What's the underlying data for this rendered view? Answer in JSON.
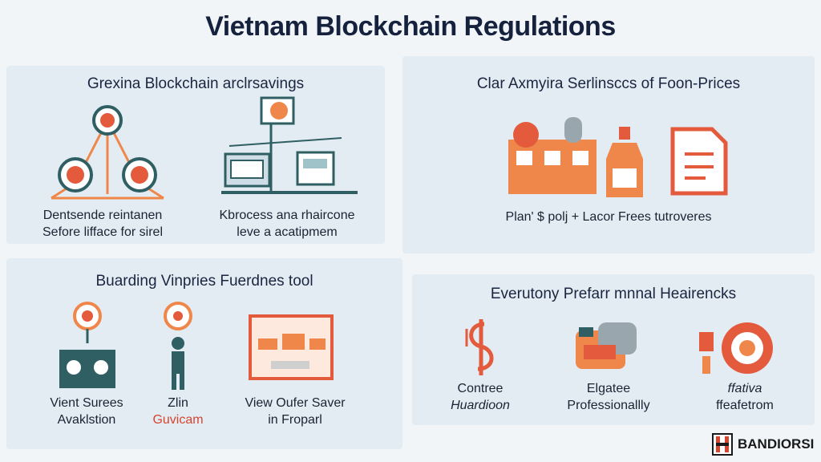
{
  "title": "Vietnam Blockchain  Regulations",
  "panels": {
    "top_left": {
      "title": "Grexina Blockchain arclrsavings",
      "captions": [
        {
          "line1": "Dentsende reintanen",
          "line2": "Sefore liffacе for sirel"
        },
        {
          "line1": "Kbrocess ana rhaircone",
          "line2": "leve a acatipmem"
        }
      ]
    },
    "top_right": {
      "title": "Clar Axmyira Serlinsccs of Foon-Prices",
      "caption": "Plan' $ polj + Lacor Frees tutroveres"
    },
    "bottom_left": {
      "title": "Buarding Vinpries Fuerdnes tool",
      "captions": [
        {
          "line1": "Vient Surees",
          "line2": "Avaklstion"
        },
        {
          "line1": "Zlin",
          "line2": "Guvicam"
        },
        {
          "line1": "View Oufer Saver",
          "line2": "in Froparl"
        }
      ]
    },
    "bottom_right": {
      "title": "Everutony Prefarr mnnal Heairencks",
      "captions": [
        {
          "line1": "Contree",
          "line2": "Huardioon"
        },
        {
          "line1": "Elgatee",
          "line2": "Professionallly"
        },
        {
          "line1": "ffativa",
          "line2": "ffeafetrom"
        }
      ]
    }
  },
  "logo": {
    "text": "BANDIORSI"
  },
  "colors": {
    "accent_orange": "#f0874a",
    "accent_red": "#d6452f",
    "teal": "#2f5f63",
    "panel": "#e3ecf3"
  }
}
